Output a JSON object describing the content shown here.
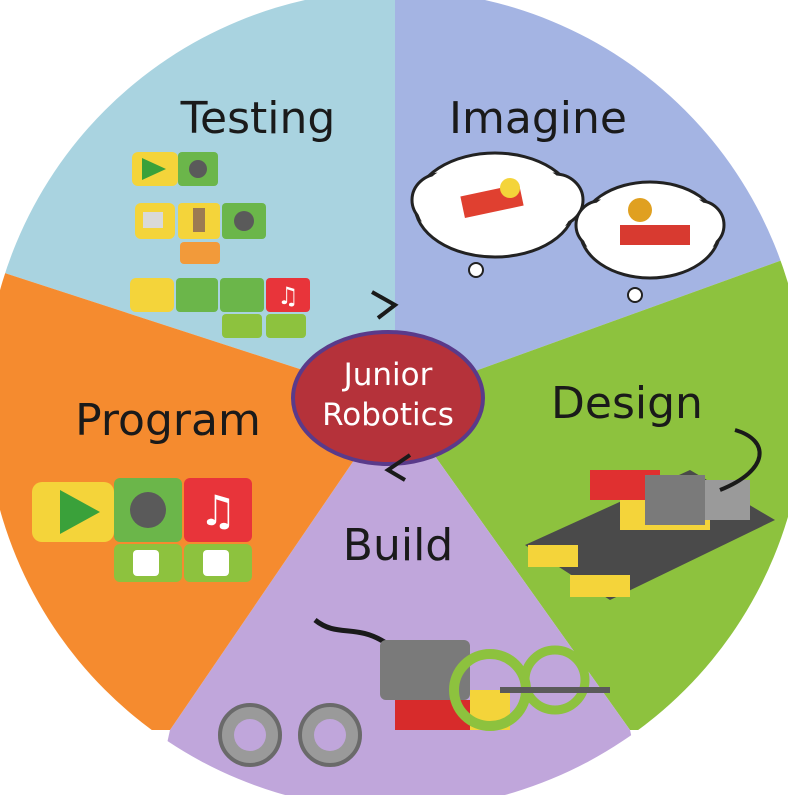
{
  "center": {
    "line1": "Junior",
    "line2": "Robotics"
  },
  "segments": [
    {
      "label": "Testing",
      "color": "#a9d3e0"
    },
    {
      "label": "Imagine",
      "color": "#a4b4e3"
    },
    {
      "label": "Design",
      "color": "#8dc23e"
    },
    {
      "label": "Build",
      "color": "#c0a6db"
    },
    {
      "label": "Program",
      "color": "#f58b2f"
    }
  ],
  "colors": {
    "center_fill": "#b5323a",
    "center_stroke": "#5a3a8a",
    "arrow": "#1a1a1a"
  },
  "icons": [
    "play-block-icon",
    "motor-block-icon",
    "music-block-icon",
    "dice-block-icon",
    "robot-crocodile-icon",
    "robot-monkey-icon",
    "gear-icon",
    "brick-model-icon"
  ]
}
